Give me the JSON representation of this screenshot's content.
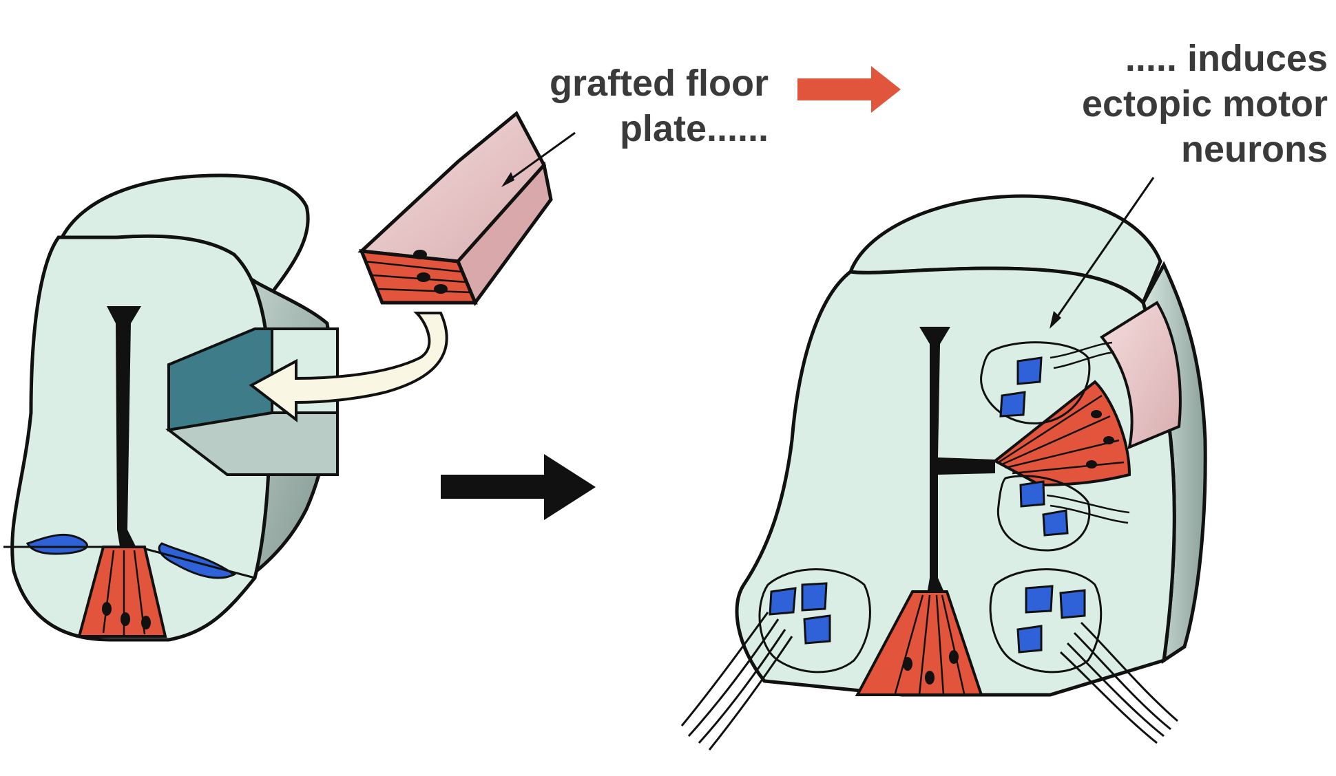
{
  "labels": {
    "graft": [
      "grafted floor",
      "plate......"
    ],
    "induce": [
      "..... induces",
      "ectopic motor",
      "neurons"
    ]
  },
  "colors": {
    "tissue": "#dbeee6",
    "tissue_shadow": "#9fb3ad",
    "floor_plate": "#e2543b",
    "graft_top": "#ecc7c8",
    "motor_neuron": "#2f62d8",
    "outline": "#111111",
    "red_arrow": "#e1553c",
    "graft_arrow_fill": "#faf6e4"
  }
}
